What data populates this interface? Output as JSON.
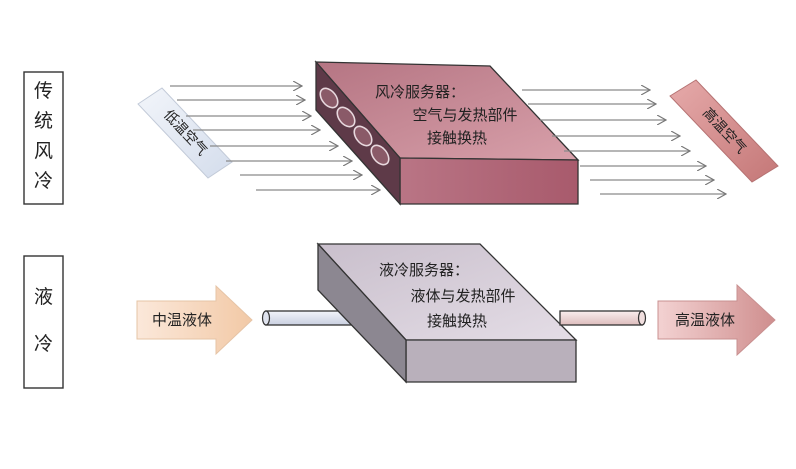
{
  "rows": [
    {
      "category": [
        "传",
        "统",
        "风",
        "冷"
      ],
      "input": "低温空气",
      "server": [
        "风冷服务器：",
        "空气与发热部件",
        "接触换热"
      ],
      "output": "高温空气"
    },
    {
      "category": [
        "液",
        "冷"
      ],
      "input": "中温液体",
      "server": [
        "液冷服务器：",
        "液体与发热部件",
        "接触换热"
      ],
      "output": "高温液体"
    }
  ],
  "colors": {
    "air_box_front": "#b3657a",
    "air_box_top": "#c9909c",
    "liquid_box_top": "#d9d2dc",
    "cold_air": "#e6ecf6",
    "hot_air": "#d68f8f",
    "warm_liquid": "#f6d8c0",
    "hot_liquid": "#d9a1a1"
  }
}
